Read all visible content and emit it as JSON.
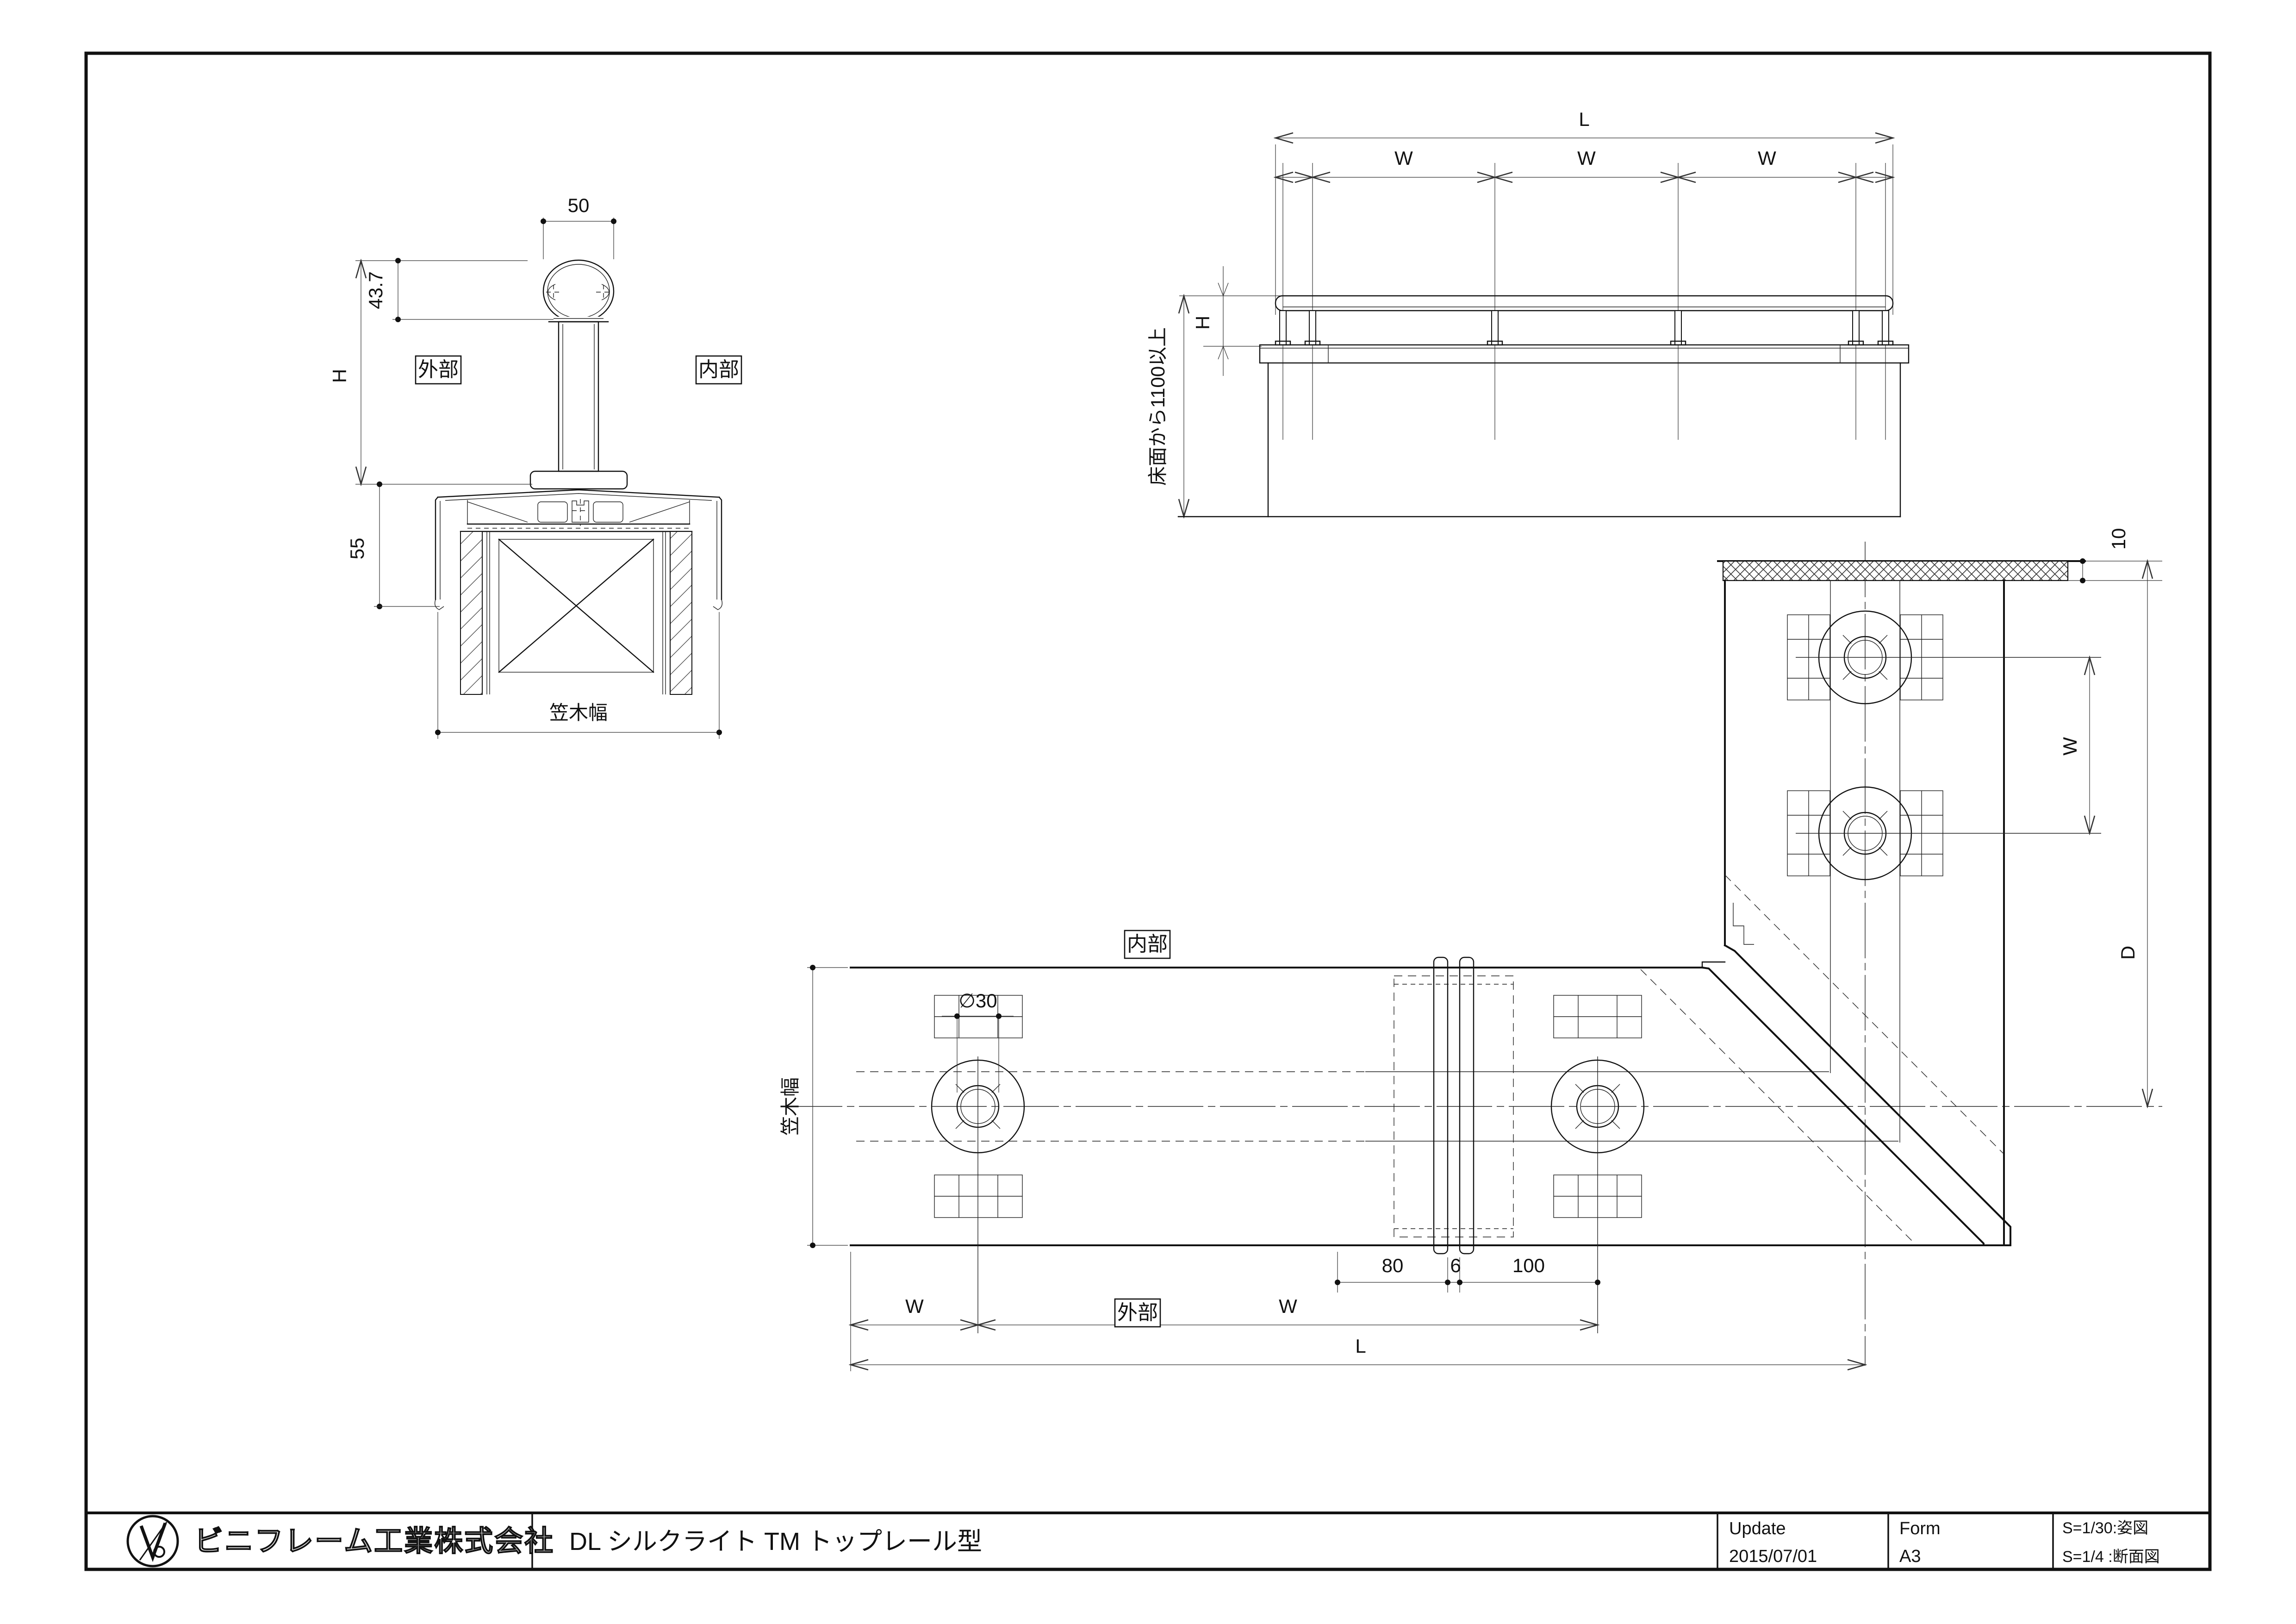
{
  "page": {
    "background": "#ffffff",
    "line_color": "#111111"
  },
  "cross_section": {
    "dim_50": "50",
    "dim_43_7": "43.7",
    "dim_H": "H",
    "dim_55": "55",
    "dim_width": "笠木幅",
    "label_outside": "外部",
    "label_inside": "内部"
  },
  "elevation": {
    "dim_L": "L",
    "w_labels": [
      "W",
      "W",
      "W"
    ],
    "dim_H": "H",
    "dim_floor": "床面から1100以上"
  },
  "plan": {
    "label_inside": "内部",
    "label_outside": "外部",
    "dim_width": "笠木幅",
    "dim_phi30": "∅30",
    "dim_80": "80",
    "dim_6": "6",
    "dim_100": "100",
    "dim_W1": "W",
    "dim_W2": "W",
    "dim_L": "L",
    "dim_10": "10",
    "dim_W_side": "W",
    "dim_D": "D"
  },
  "title_block": {
    "company": "ビニフレーム工業株式会社",
    "drawing_title": "DL シルクライト TM トップレール型",
    "update_label": "Update",
    "update_value": "2015/07/01",
    "form_label": "Form",
    "form_value": "A3",
    "scale_1": "S=1/30:姿図",
    "scale_2": "S=1/4 :断面図"
  }
}
